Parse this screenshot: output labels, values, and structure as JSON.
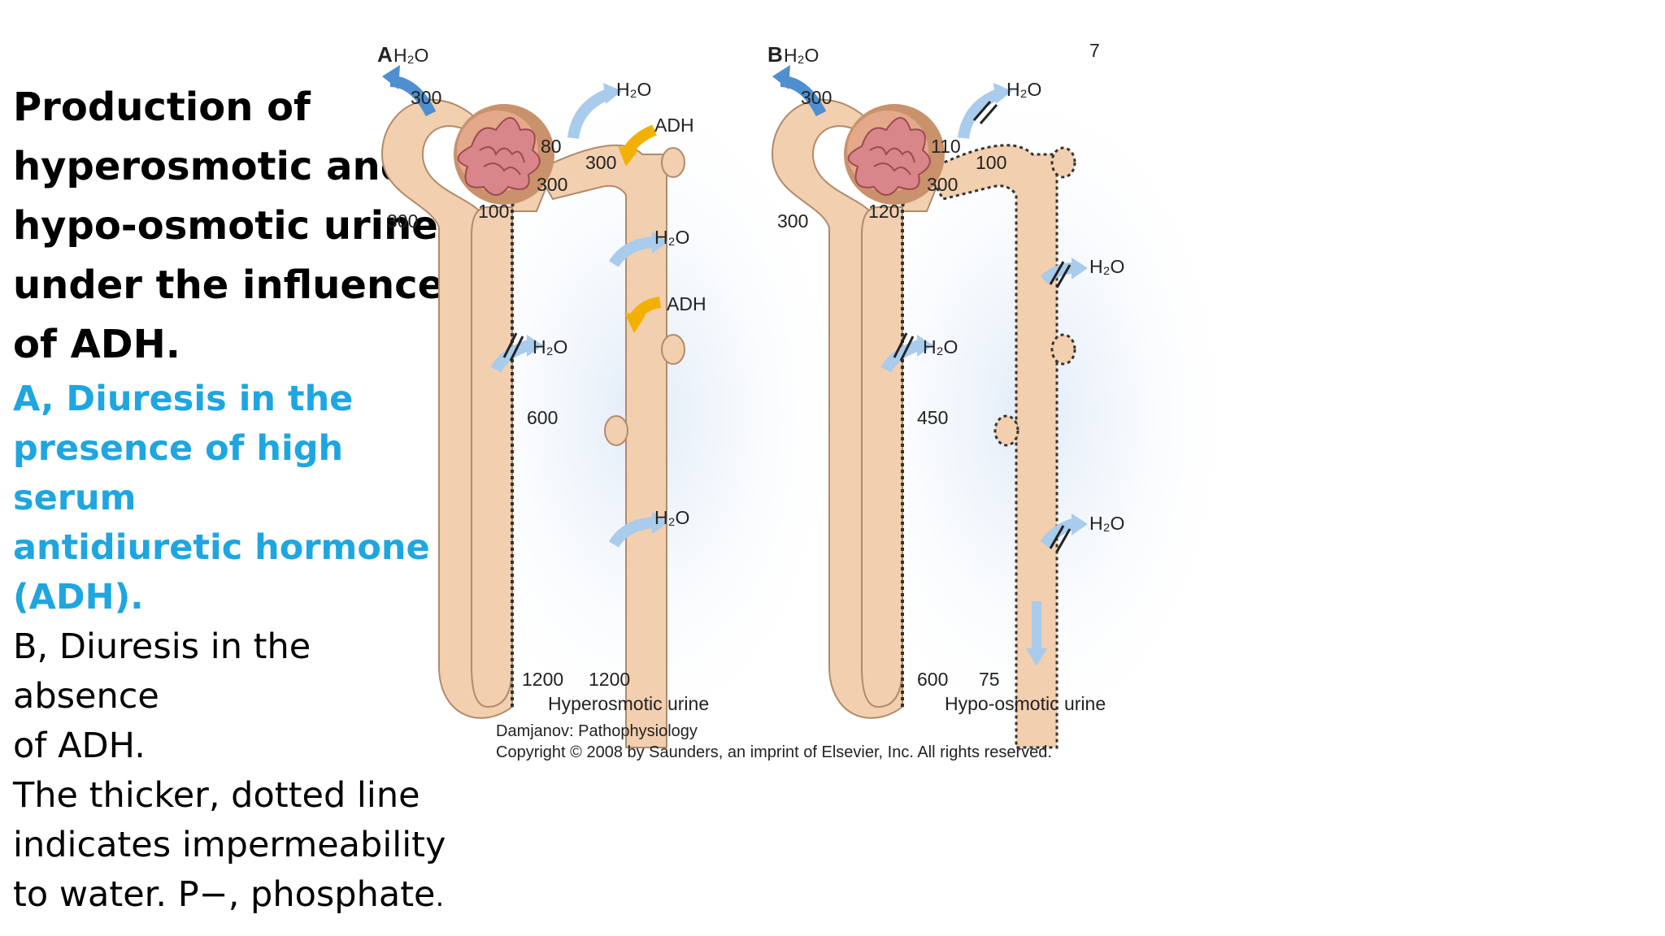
{
  "slide": {
    "title_lines": [
      "Production of",
      "hyperosmotic and",
      "hypo-osmotic urine",
      "under the influence",
      "of ADH."
    ],
    "part_a_lines": [
      "A, Diuresis in the",
      "presence of high serum",
      "antidiuretic hormone",
      "(ADH)."
    ],
    "part_b_lines": [
      "B, Diuresis in the absence",
      "of ADH."
    ],
    "note_lines": [
      "The thicker, dotted line",
      "indicates impermeability",
      "to water. P−, phosphate"
    ],
    "note_period": "."
  },
  "diagram": {
    "water_label": "H₂O",
    "adh_label": "ADH",
    "panel_a": {
      "letter": "A",
      "values": {
        "proximal_top": "300",
        "proximal_side": "300",
        "ascending_top": "80",
        "collecting_top": "300",
        "interstitium_upper": "300",
        "ascending_start": "100",
        "medulla_mid": "600",
        "loop_tip": "1200",
        "collecting_end": "1200"
      },
      "urine_label": "Hyperosmotic urine"
    },
    "panel_b": {
      "letter": "B",
      "values": {
        "proximal_top": "300",
        "proximal_side": "300",
        "ascending_top": "110",
        "collecting_top": "100",
        "interstitium_upper": "300",
        "ascending_start": "120",
        "medulla_mid": "450",
        "loop_tip": "600",
        "collecting_end": "75"
      },
      "urine_label": "Hypo-osmotic urine"
    },
    "stray_mark": "7",
    "credit": {
      "line1": "Damjanov: Pathophysiology",
      "line2": "Copyright © 2008 by Saunders, an imprint of Elsevier, Inc. All rights reserved."
    },
    "colors": {
      "tubule_fill": "#f2cfae",
      "tubule_stroke": "#b08b6c",
      "impermeable_dots": "#333333",
      "water_arrow": "#a9cbec",
      "water_arrow_dark": "#4f8fcf",
      "adh_arrow": "#f4b000",
      "glomerulus": "#d9868a",
      "capsule": "#c9926c",
      "interstitium_glow": "#dce8f6"
    }
  }
}
